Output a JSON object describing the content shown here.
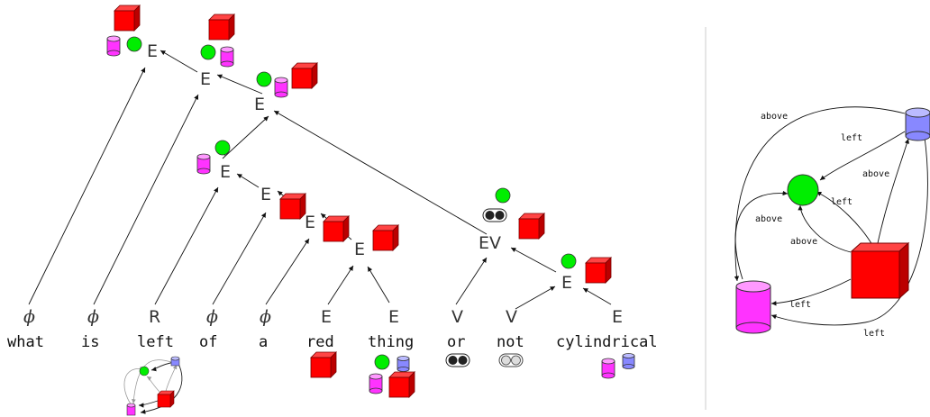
{
  "words": [
    "what",
    "is",
    "left",
    "of",
    "a",
    "red",
    "thing",
    "or",
    "not",
    "cylindrical"
  ],
  "leaf_labels": [
    "ϕ",
    "ϕ",
    "R",
    "ϕ",
    "ϕ",
    "E",
    "E",
    "V",
    "V",
    "E"
  ],
  "node_labels": {
    "e_top": "E",
    "e_2": "E",
    "e_3": "E",
    "e_4": "E",
    "e_5": "E",
    "e_6": "E",
    "e_7": "E",
    "ev": "EV",
    "e_right": "E"
  },
  "scene_graph": {
    "edge_labels": [
      "above",
      "left",
      "above",
      "left",
      "above",
      "above",
      "left",
      "left"
    ]
  },
  "colors": {
    "red": "#ff0000",
    "green": "#00ee00",
    "magenta": "#ff33ff",
    "blue": "#8888ff",
    "gray": "#888888"
  },
  "icons": [
    "red-cube-icon",
    "green-sphere-icon",
    "magenta-cylinder-icon",
    "blue-cylinder-icon",
    "toggle-pair-icon"
  ]
}
